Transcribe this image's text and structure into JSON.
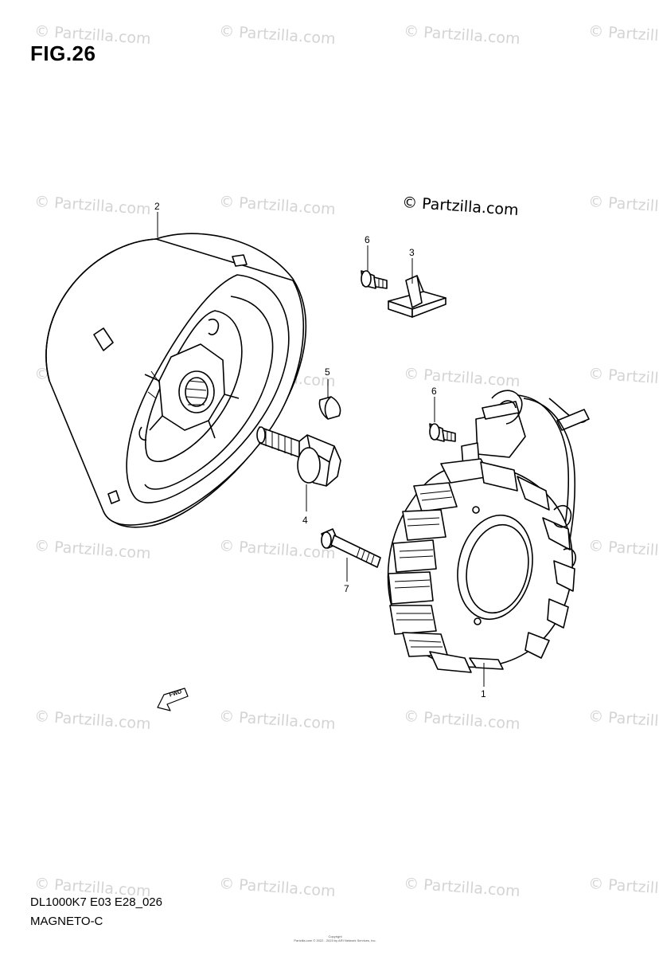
{
  "figure": {
    "title": "FIG.26",
    "model_code": "DL1000K7 E03 E28_026",
    "section_name": "MAGNETO-C",
    "copyright_notice": "© Partzilla.com",
    "footer_notice_line1": "Copyright",
    "footer_notice_line2": "Partzilla.com © 2022 - 2023 by ARI Network Services, Inc."
  },
  "watermark": {
    "text": "© Partzilla.com"
  },
  "callouts": [
    {
      "number": "1",
      "part": "stator"
    },
    {
      "number": "2",
      "part": "rotor"
    },
    {
      "number": "3",
      "part": "clamp"
    },
    {
      "number": "4",
      "part": "bolt"
    },
    {
      "number": "5",
      "part": "key"
    },
    {
      "number": "6",
      "part": "screw"
    },
    {
      "number": "6",
      "part": "screw"
    },
    {
      "number": "7",
      "part": "bolt"
    }
  ],
  "direction_marker": "FWD"
}
